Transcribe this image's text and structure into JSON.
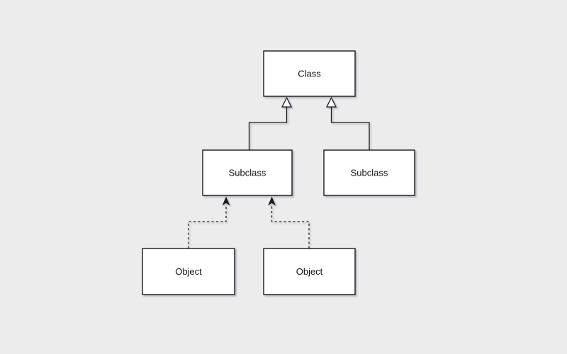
{
  "diagram": {
    "background_color": "#ececec",
    "node_fill": "#ffffff",
    "node_stroke": "#1a1a1a",
    "text_color": "#111111",
    "nodes": [
      {
        "id": "class",
        "label": "Class"
      },
      {
        "id": "subclass-left",
        "label": "Subclass"
      },
      {
        "id": "subclass-right",
        "label": "Subclass"
      },
      {
        "id": "object-left",
        "label": "Object"
      },
      {
        "id": "object-right",
        "label": "Object"
      }
    ],
    "edges": [
      {
        "from": "subclass-left",
        "to": "class",
        "line": "solid",
        "arrowhead": "hollow-triangle"
      },
      {
        "from": "subclass-right",
        "to": "class",
        "line": "solid",
        "arrowhead": "hollow-triangle"
      },
      {
        "from": "object-left",
        "to": "subclass-left",
        "line": "dashed",
        "arrowhead": "filled-arrow"
      },
      {
        "from": "object-right",
        "to": "subclass-left",
        "line": "dashed",
        "arrowhead": "filled-arrow"
      }
    ]
  }
}
